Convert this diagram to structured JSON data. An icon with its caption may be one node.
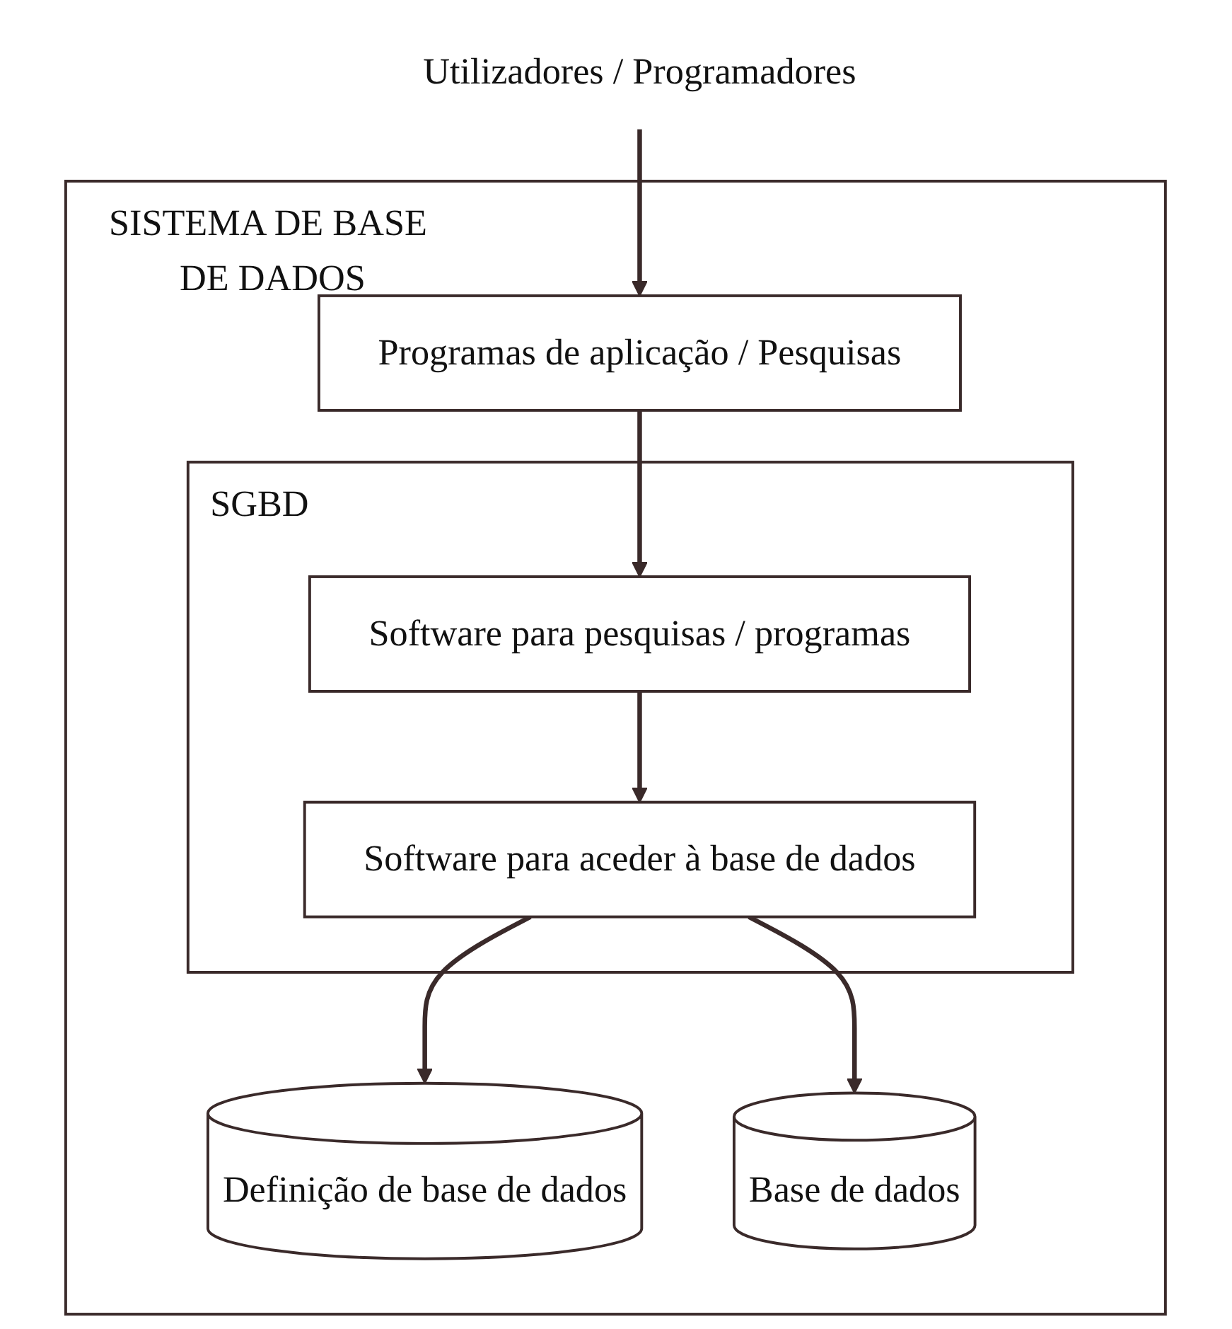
{
  "diagram": {
    "nodes": [
      {
        "text": [
          "Utilizadores / Programadores"
        ]
      },
      {
        "text": [
          "SISTEMA DE BASE DE DADOS"
        ]
      },
      {
        "text": [
          "Programas de aplicação / Pesquisas"
        ],
        "in": 1
      },
      {
        "text": [
          "SGBD"
        ],
        "in": 1
      },
      {
        "text": [
          "Software para pesquisas / programas"
        ],
        "in": 3
      },
      {
        "text": [
          "Software para aceder à base de dados"
        ],
        "in": 3
      },
      {
        "text": [
          "Definição de base de dados"
        ],
        "in": 1
      },
      {
        "text": [
          "Base de dados"
        ],
        "in": 1
      }
    ],
    "edges": [
      {
        "from": 0,
        "to": 2,
        "arrow": "to"
      },
      {
        "from": 2,
        "to": 4,
        "arrow": "to"
      },
      {
        "from": 4,
        "to": 5,
        "arrow": "to"
      },
      {
        "from": 5,
        "to": 6,
        "arrow": "to"
      },
      {
        "from": 5,
        "to": 7,
        "arrow": "to"
      }
    ]
  }
}
